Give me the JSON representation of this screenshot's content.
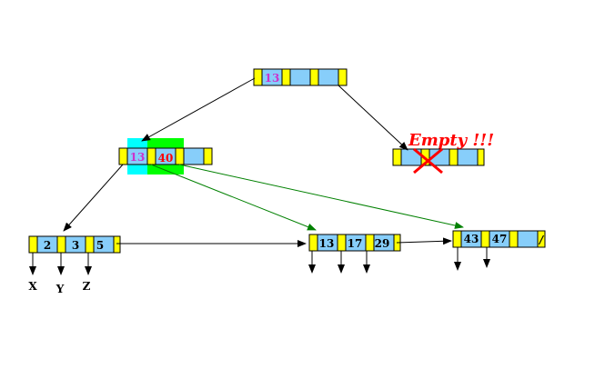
{
  "colors": {
    "pointer_slot": "#ffff00",
    "key_slot": "#87cefa",
    "black_arrow": "#000000",
    "green_arrow": "#008000",
    "highlight_cyan": "#00ffff",
    "highlight_green": "#00ff00",
    "empty_text": "#ff0000",
    "cross": "#ff0000",
    "magenta_key": "#cc33cc",
    "red_key": "#ff0000",
    "plain_key": "#000000"
  },
  "nodes": {
    "root": {
      "keys": [
        "13",
        "",
        ""
      ]
    },
    "internal_left": {
      "keys": [
        "13",
        "40",
        ""
      ]
    },
    "internal_right": {
      "keys": [
        "",
        "",
        ""
      ],
      "status": "Empty !!!"
    },
    "leaf_1": {
      "keys": [
        "2",
        "3",
        "5"
      ]
    },
    "leaf_2": {
      "keys": [
        "13",
        "17",
        "29"
      ]
    },
    "leaf_3": {
      "keys": [
        "43",
        "47",
        ""
      ],
      "end_marker": "/"
    }
  },
  "leaf_pointers": [
    "X",
    "Y",
    "Z"
  ]
}
